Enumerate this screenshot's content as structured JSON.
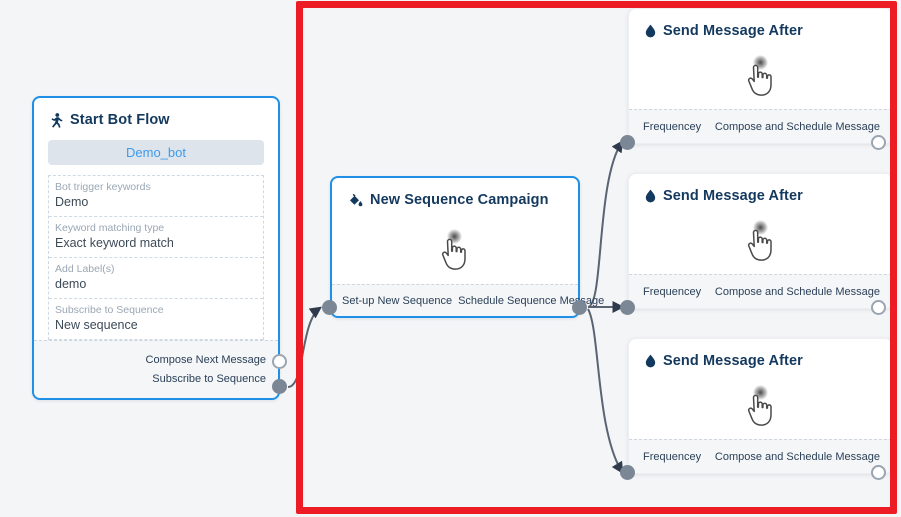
{
  "canvas": {
    "background_color": "#f4f5f7",
    "highlight_box": {
      "name": "red-selection-rectangle",
      "color": "#ed1c24"
    }
  },
  "nodes": {
    "start_bot_flow": {
      "title": "Start Bot Flow",
      "icon": "running-person-icon",
      "bot_name": "Demo_bot",
      "fields": [
        {
          "label": "Bot trigger keywords",
          "value": "Demo"
        },
        {
          "label": "Keyword matching type",
          "value": "Exact keyword match"
        },
        {
          "label": "Add Label(s)",
          "value": "demo"
        },
        {
          "label": "Subscribe to Sequence",
          "value": "New sequence"
        }
      ],
      "ports": [
        {
          "label": "Compose Next Message",
          "style": "open"
        },
        {
          "label": "Subscribe to Sequence",
          "style": "filled"
        }
      ]
    },
    "new_sequence_campaign": {
      "title": "New Sequence Campaign",
      "icon": "paint-pour-icon",
      "cursor_icon": "tap-hand-cursor-icon",
      "ports": [
        {
          "label": "Set-up New Sequence",
          "style": "filled",
          "side": "left"
        },
        {
          "label": "Schedule Sequence Message",
          "style": "filled",
          "side": "right"
        }
      ]
    },
    "send_message_after": [
      {
        "title": "Send Message After",
        "icon": "water-drop-icon",
        "cursor_icon": "tap-hand-cursor-icon",
        "input_port_label": "Frequencey",
        "output_port_label": "Compose and Schedule Message"
      },
      {
        "title": "Send Message After",
        "icon": "water-drop-icon",
        "cursor_icon": "tap-hand-cursor-icon",
        "input_port_label": "Frequencey",
        "output_port_label": "Compose and Schedule Message"
      },
      {
        "title": "Send Message After",
        "icon": "water-drop-icon",
        "cursor_icon": "tap-hand-cursor-icon",
        "input_port_label": "Frequencey",
        "output_port_label": "Compose and Schedule Message"
      }
    ]
  },
  "colors": {
    "node_title": "#14395e",
    "selected_border": "#1e90e8",
    "port_filled": "#7b8794",
    "port_open_stroke": "#9aa5b1",
    "edge": "#5a6472",
    "pill_bg": "#dde4ec",
    "pill_text": "#3e9bec",
    "highlight": "#ed1c24"
  }
}
